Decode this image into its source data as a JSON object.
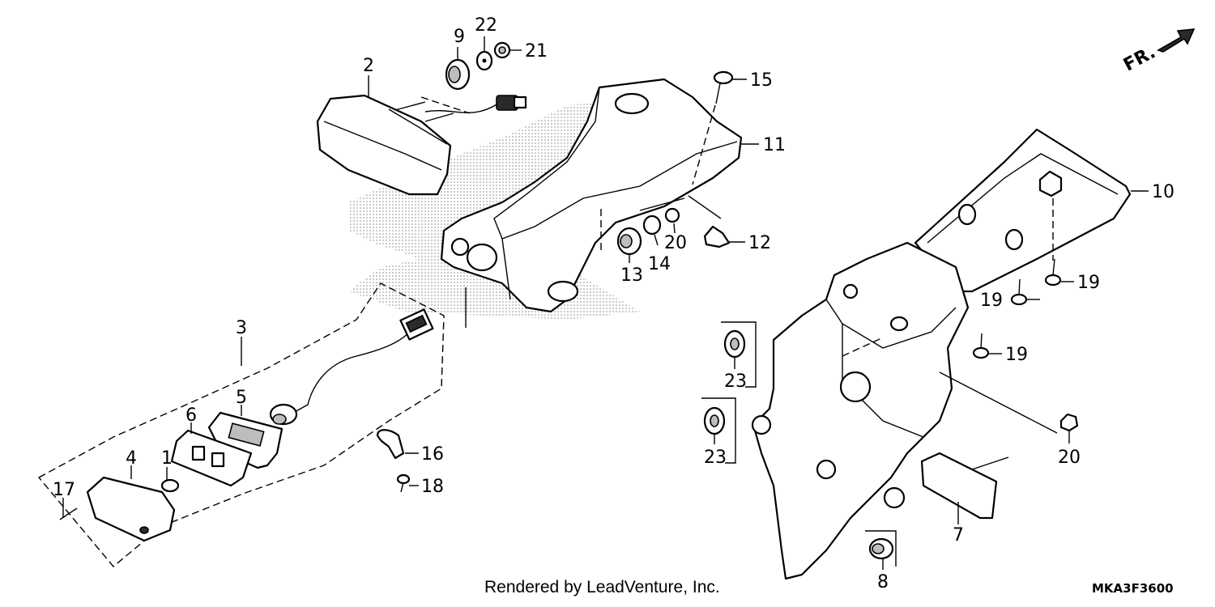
{
  "direction_label": "FR.",
  "callouts": {
    "c1": "1",
    "c2": "2",
    "c3": "3",
    "c4": "4",
    "c5": "5",
    "c6": "6",
    "c7": "7",
    "c8": "8",
    "c9": "9",
    "c10": "10",
    "c11": "11",
    "c12": "12",
    "c13": "13",
    "c14": "14",
    "c15": "15",
    "c16": "16",
    "c17": "17",
    "c18": "18",
    "c19a": "19",
    "c19b": "19",
    "c19c": "19",
    "c20a": "20",
    "c20b": "20",
    "c21": "21",
    "c22": "22",
    "c23a": "23",
    "c23b": "23"
  },
  "footer": {
    "credit": "Rendered by LeadVenture, Inc.",
    "diagram_code": "MKA3F3600"
  }
}
